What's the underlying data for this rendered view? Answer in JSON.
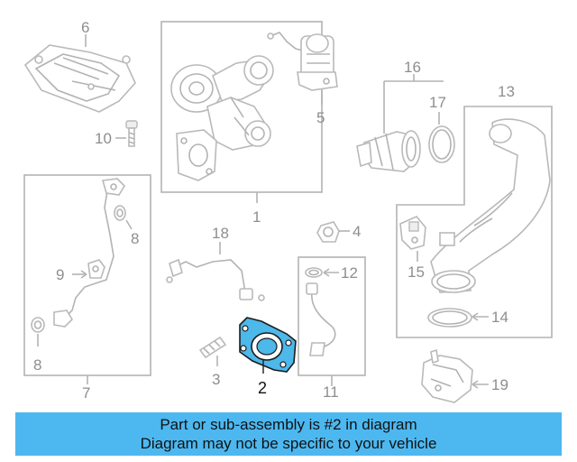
{
  "callouts": {
    "c1": "1",
    "c2": "2",
    "c3": "3",
    "c4": "4",
    "c5": "5",
    "c6": "6",
    "c7": "7",
    "c8a": "8",
    "c8b": "8",
    "c9": "9",
    "c10": "10",
    "c11": "11",
    "c12": "12",
    "c13": "13",
    "c14": "14",
    "c15": "15",
    "c16": "16",
    "c17": "17",
    "c18": "18",
    "c19": "19"
  },
  "highlight": {
    "part": "2",
    "color": "#4db8ea"
  },
  "banner": {
    "line1": "Part or sub-assembly is #2 in diagram",
    "line2": "Diagram may not be specific to your vehicle",
    "color": "#4db8f0"
  }
}
